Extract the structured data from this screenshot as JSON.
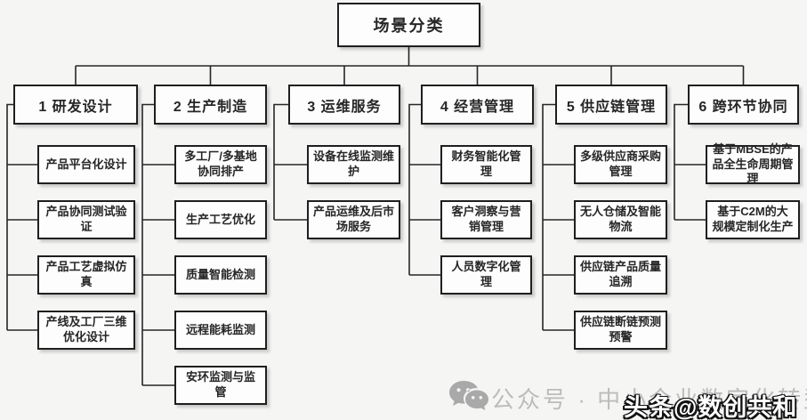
{
  "diagram": {
    "root": {
      "label": "场景分类"
    },
    "columns": [
      {
        "label": "1 研发设计",
        "children": [
          "产品平台化设计",
          "产品协同测试验证",
          "产品工艺虚拟仿真",
          "产线及工厂三维优化设计"
        ]
      },
      {
        "label": "2 生产制造",
        "children": [
          "多工厂/多基地协同排产",
          "生产工艺优化",
          "质量智能检测",
          "远程能耗监测",
          "安环监测与监管"
        ]
      },
      {
        "label": "3 运维服务",
        "children": [
          "设备在线监测维护",
          "产品运维及后市场服务"
        ]
      },
      {
        "label": "4 经营管理",
        "children": [
          "财务智能化管理",
          "客户洞察与营销管理",
          "人员数字化管理"
        ]
      },
      {
        "label": "5 供应链管理",
        "children": [
          "多级供应商采购管理",
          "无人仓储及智能物流",
          "供应链产品质量追溯",
          "供应链断链预测预警"
        ]
      },
      {
        "label": "6 跨环节协同",
        "children": [
          "基于MBSE的产品全生命周期管理",
          "基于C2M的大规模定制化生产"
        ]
      }
    ]
  },
  "watermarks": {
    "wechat": {
      "icon": "wechat-icon",
      "text": "公众号 · 中小企业数字化转型",
      "color": "#bcbcbc"
    },
    "toutiao": {
      "text": "头条@数创共和",
      "color": "#ffffff"
    }
  },
  "colors": {
    "line": "#262626",
    "box_border": "#1f1f1f",
    "box_fill": "#fdfdfd",
    "background": "#f5f5f4",
    "text": "#262626"
  }
}
